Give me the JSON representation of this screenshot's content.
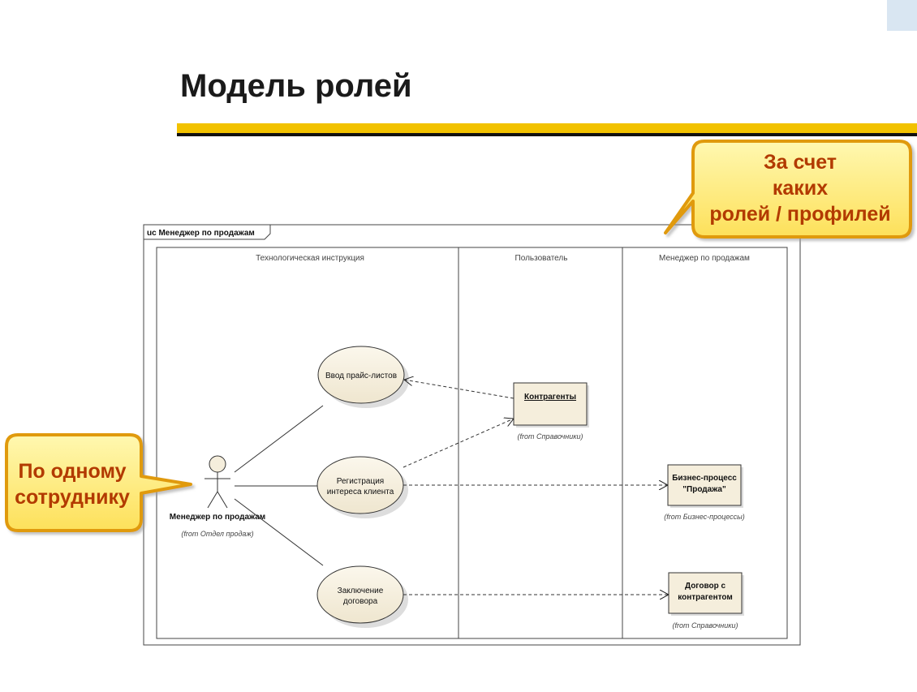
{
  "slide": {
    "title": "Модель ролей"
  },
  "diagram": {
    "frame_label": "uc Менеджер по продажам",
    "swimlanes": [
      "Технологическая инструкция",
      "Пользователь",
      "Менеджер по продажам"
    ],
    "actor": {
      "name": "Менеджер по продажам",
      "from": "(from Отдел продаж)"
    },
    "use_cases": [
      {
        "line1": "Ввод прайс-листов",
        "line2": ""
      },
      {
        "line1": "Регистрация",
        "line2": "интереса клиента"
      },
      {
        "line1": "Заключение",
        "line2": "договора"
      }
    ],
    "objects": [
      {
        "line1": "Контрагенты",
        "line2": "",
        "from": "(from Справочники)"
      },
      {
        "line1": "Бизнес-процесс",
        "line2": "\"Продажа\"",
        "from": "(from Бизнес-процессы)"
      },
      {
        "line1": "Договор с",
        "line2": "контрагентом",
        "from": "(from Справочники)"
      }
    ]
  },
  "callouts": {
    "right": {
      "line1": "За счет",
      "line2": "каких",
      "line3": "ролей / профилей"
    },
    "left": {
      "line1": "По одному",
      "line2": "сотруднику"
    }
  },
  "colors": {
    "accent_yellow": "#f2c200",
    "callout_border": "#e09a10",
    "callout_fill": "#fde96a",
    "callout_text": "#b23a00",
    "usecase_fill": "#f5eedc"
  }
}
